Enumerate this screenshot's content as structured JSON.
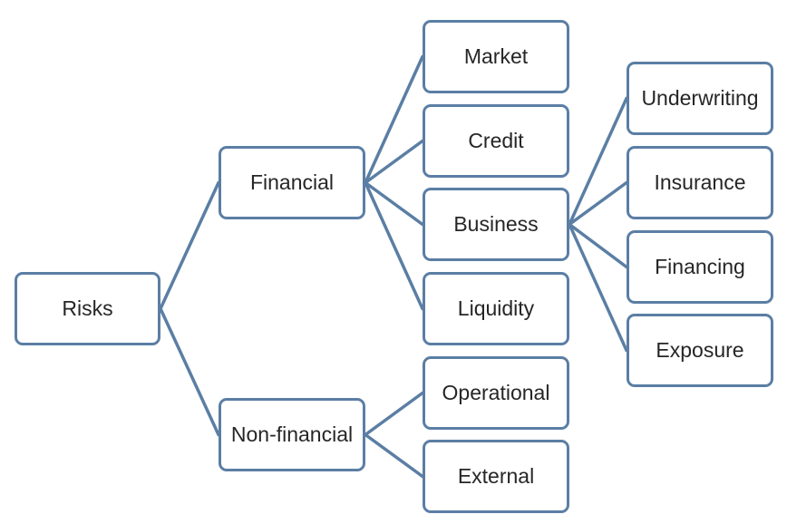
{
  "colors": {
    "accent": "#5b7ea4",
    "text": "#262626",
    "background": "#ffffff"
  },
  "nodes": {
    "risks": "Risks",
    "financial": "Financial",
    "non_financial": "Non-financial",
    "market": "Market",
    "credit": "Credit",
    "business": "Business",
    "liquidity": "Liquidity",
    "operational": "Operational",
    "external": "External",
    "underwriting": "Underwriting",
    "insurance": "Insurance",
    "financing": "Financing",
    "exposure": "Exposure"
  },
  "edges": [
    [
      "risks",
      "financial"
    ],
    [
      "risks",
      "non_financial"
    ],
    [
      "financial",
      "market"
    ],
    [
      "financial",
      "credit"
    ],
    [
      "financial",
      "business"
    ],
    [
      "financial",
      "liquidity"
    ],
    [
      "non_financial",
      "operational"
    ],
    [
      "non_financial",
      "external"
    ],
    [
      "business",
      "underwriting"
    ],
    [
      "business",
      "insurance"
    ],
    [
      "business",
      "financing"
    ],
    [
      "business",
      "exposure"
    ]
  ]
}
